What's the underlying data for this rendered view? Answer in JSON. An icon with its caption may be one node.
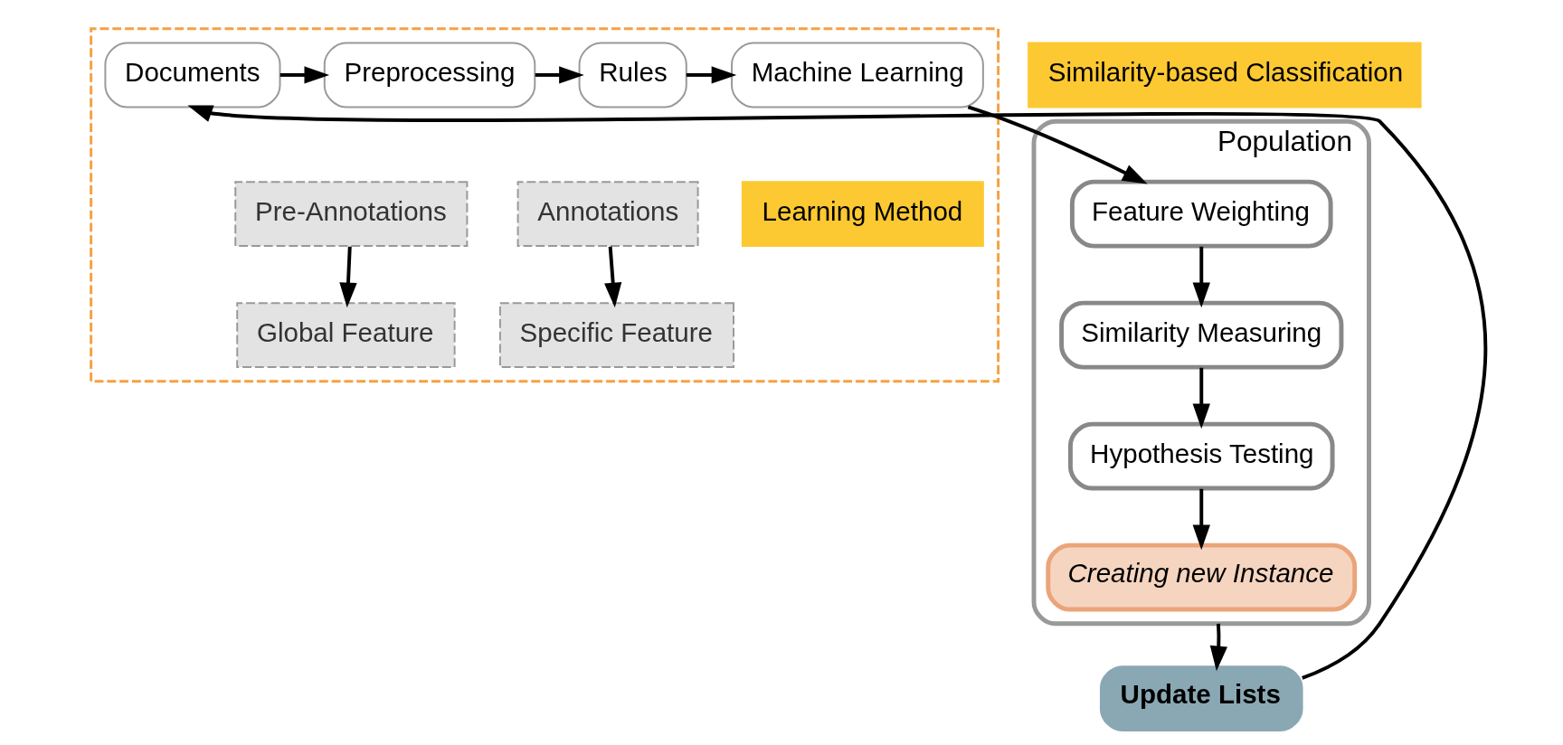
{
  "diagram": {
    "nodes": [
      {
        "text": [],
        "shape": "box"
      },
      {
        "text": [
          "Documents"
        ],
        "in": 0
      },
      {
        "text": [
          "Preprocessing"
        ],
        "in": 0
      },
      {
        "text": [
          "Pre-Annotations"
        ],
        "in": 0
      },
      {
        "text": [
          "Global Feature"
        ],
        "in": 0
      },
      {
        "text": [
          "Rules"
        ],
        "in": 0
      },
      {
        "text": [
          "Annotations"
        ],
        "in": 0
      },
      {
        "text": [
          "Specific Feature"
        ],
        "in": 0
      },
      {
        "text": [
          "Machine Learning"
        ],
        "in": 0
      },
      {
        "text": [
          "Learning Method"
        ],
        "in": 0
      },
      {
        "text": [
          "Similarity-based Classification"
        ]
      },
      {
        "text": [
          "Population"
        ]
      },
      {
        "text": [
          "Feature Weighting"
        ],
        "in": 11
      },
      {
        "text": [
          "Similarity Measuring"
        ],
        "in": 11
      },
      {
        "text": [
          "Hypothesis Testing"
        ],
        "in": 11
      },
      {
        "text": [
          "Creating new Instance"
        ],
        "in": 11
      },
      {
        "text": [
          "Update Lists"
        ]
      }
    ],
    "edges": [
      {
        "from": 1,
        "to": 2,
        "arrow": "to"
      },
      {
        "from": 2,
        "to": 5,
        "arrow": "to"
      },
      {
        "from": 5,
        "to": 8,
        "arrow": "to"
      },
      {
        "from": 3,
        "to": 4,
        "arrow": "to"
      },
      {
        "from": 6,
        "to": 7,
        "arrow": "to"
      },
      {
        "from": 8,
        "to": 12,
        "arrow": "to"
      },
      {
        "from": 12,
        "to": 13,
        "arrow": "to"
      },
      {
        "from": 13,
        "to": 14,
        "arrow": "to"
      },
      {
        "from": 14,
        "to": 15,
        "arrow": "to"
      },
      {
        "from": 11,
        "to": 16,
        "arrow": "to"
      },
      {
        "from": 16,
        "to": 1,
        "arrow": "to"
      }
    ]
  }
}
